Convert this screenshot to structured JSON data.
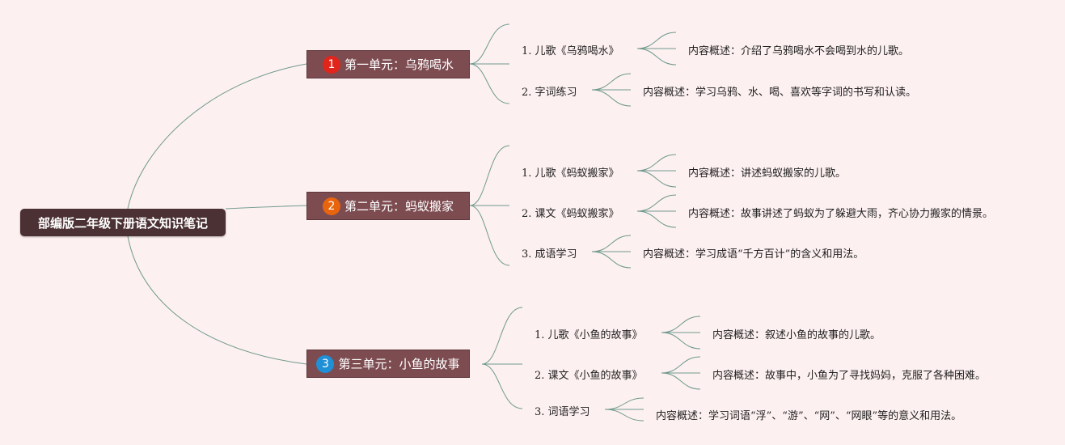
{
  "title": "部编版二年级下册语文知识笔记",
  "colors": {
    "background": "#fdf0f0",
    "root_fill": "#4b3134",
    "unit_fill": "#7d4c51",
    "line": "#6f9a8e",
    "badge_1": "#e1251b",
    "badge_2": "#e8650e",
    "badge_3": "#1f8fd6"
  },
  "units": [
    {
      "badge": "1",
      "label": "第一单元：乌鸦喝水",
      "topics": [
        {
          "label": "1. 儿歌《乌鸦喝水》",
          "description": "内容概述：介绍了乌鸦喝水不会喝到水的儿歌。"
        },
        {
          "label": "2. 字词练习",
          "description": "内容概述：学习乌鸦、水、喝、喜欢等字词的书写和认读。"
        }
      ]
    },
    {
      "badge": "2",
      "label": "第二单元：蚂蚁搬家",
      "topics": [
        {
          "label": "1. 儿歌《蚂蚁搬家》",
          "description": "内容概述：讲述蚂蚁搬家的儿歌。"
        },
        {
          "label": "2. 课文《蚂蚁搬家》",
          "description": "内容概述：故事讲述了蚂蚁为了躲避大雨，齐心协力搬家的情景。"
        },
        {
          "label": "3. 成语学习",
          "description": "内容概述：学习成语“千方百计”的含义和用法。"
        }
      ]
    },
    {
      "badge": "3",
      "label": "第三单元：小鱼的故事",
      "topics": [
        {
          "label": "1. 儿歌《小鱼的故事》",
          "description": "内容概述：叙述小鱼的故事的儿歌。"
        },
        {
          "label": "2. 课文《小鱼的故事》",
          "description": "内容概述：故事中，小鱼为了寻找妈妈，克服了各种困难。"
        },
        {
          "label": "3. 词语学习",
          "description": "内容概述：学习词语“浮”、“游”、“网”、“网眼”等的意义和用法。"
        }
      ]
    }
  ]
}
